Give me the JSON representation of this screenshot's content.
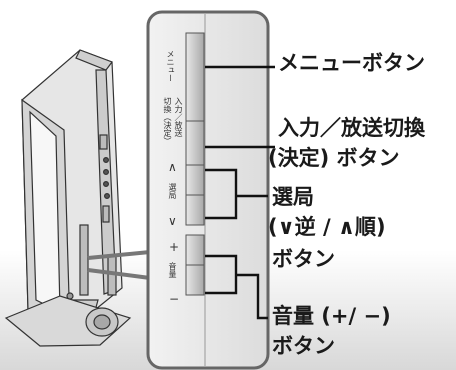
{
  "panel": {
    "menu_label": "メニュー",
    "input_label_1": "入力／放送",
    "input_label_2": "切換（決定）",
    "channel_up": "∧",
    "channel_label": "選局",
    "channel_down": "∨",
    "volume_up": "+",
    "volume_label": "音量",
    "volume_down": "−"
  },
  "callouts": {
    "menu": "メニューボタン",
    "input_line1": "入力／放送切換",
    "input_line2": "(決定) ボタン",
    "channel_line1": "選局",
    "channel_line2": "(∨逆 / ∧順)",
    "channel_line3": "ボタン",
    "volume_line1": "音量 (+/ −)",
    "volume_line2": "ボタン"
  }
}
